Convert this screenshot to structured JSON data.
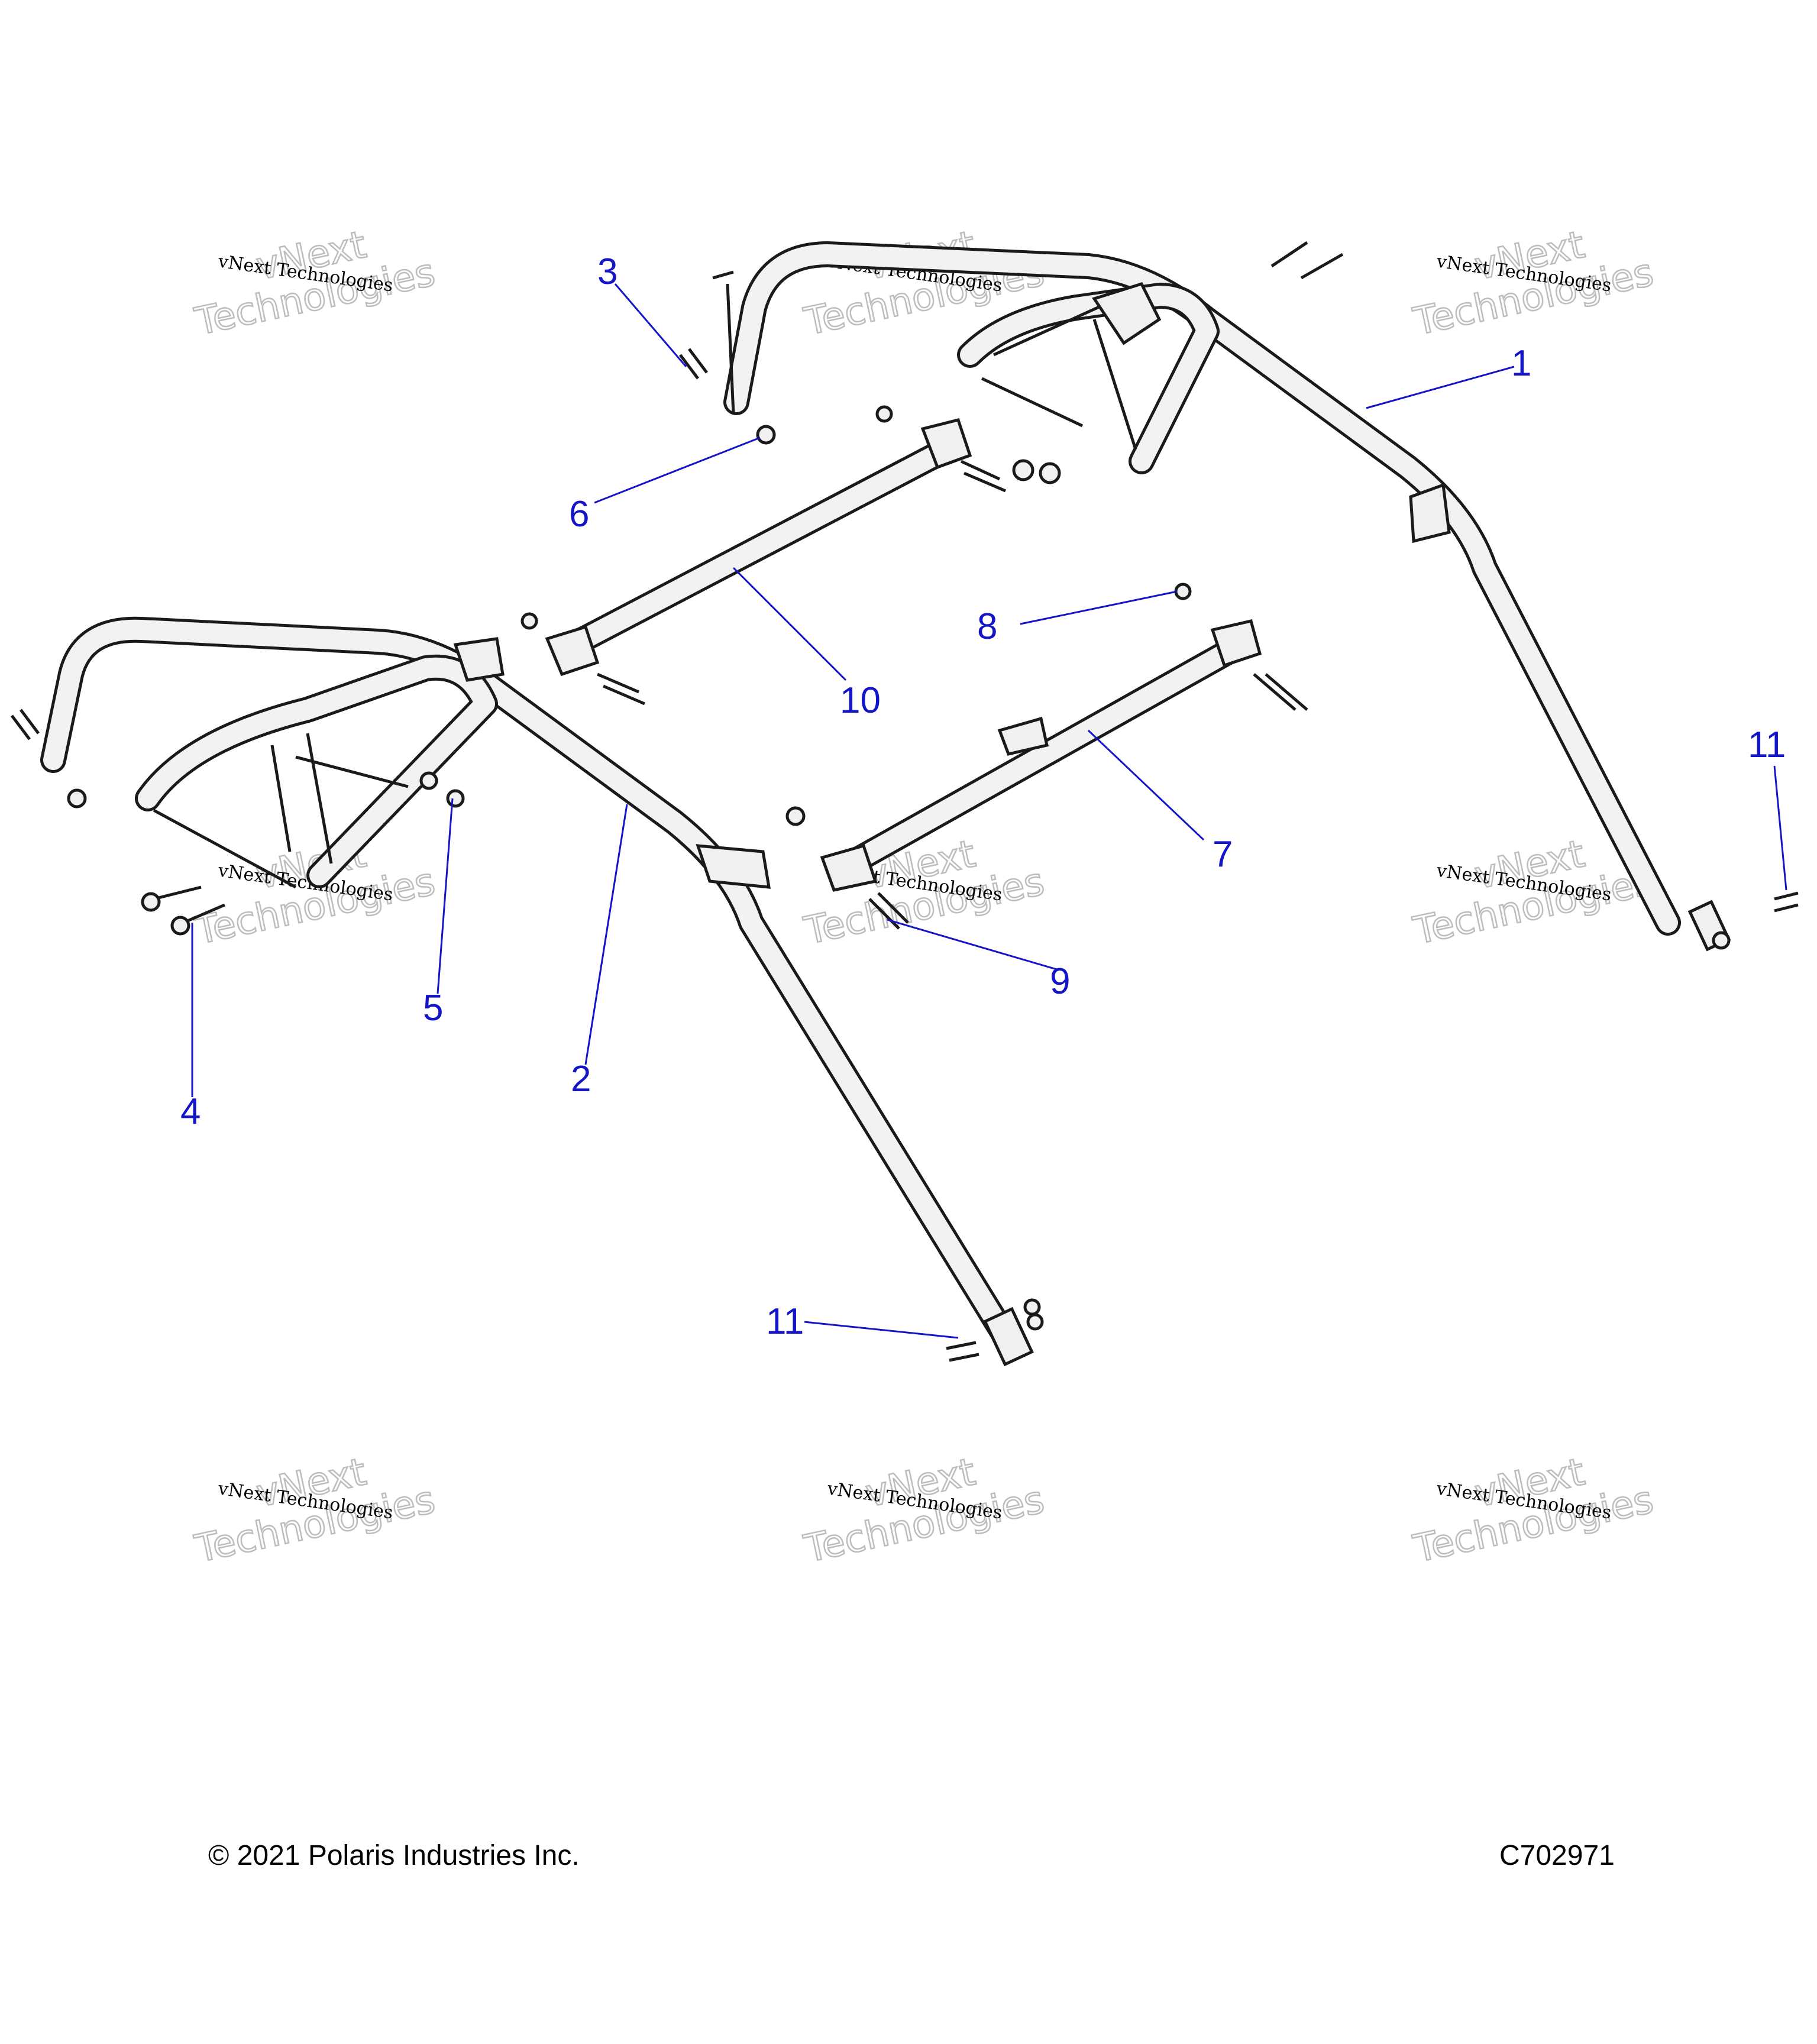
{
  "callouts": [
    {
      "id": "1",
      "label": "1"
    },
    {
      "id": "2",
      "label": "2"
    },
    {
      "id": "3",
      "label": "3"
    },
    {
      "id": "4",
      "label": "4"
    },
    {
      "id": "5",
      "label": "5"
    },
    {
      "id": "6",
      "label": "6"
    },
    {
      "id": "7",
      "label": "7"
    },
    {
      "id": "8",
      "label": "8"
    },
    {
      "id": "9",
      "label": "9"
    },
    {
      "id": "10",
      "label": "10"
    },
    {
      "id": "11a",
      "label": "11"
    },
    {
      "id": "11b",
      "label": "11"
    }
  ],
  "watermark": {
    "line1": "vNext Technologies",
    "line2": "vNext",
    "line3": "Technologies"
  },
  "footer": {
    "copyright": "© 2021 Polaris Industries Inc.",
    "code": "C702971"
  },
  "colors": {
    "callout": "#1414c8",
    "line": "#1a1a1a",
    "watermark": "#bdbdbd"
  }
}
